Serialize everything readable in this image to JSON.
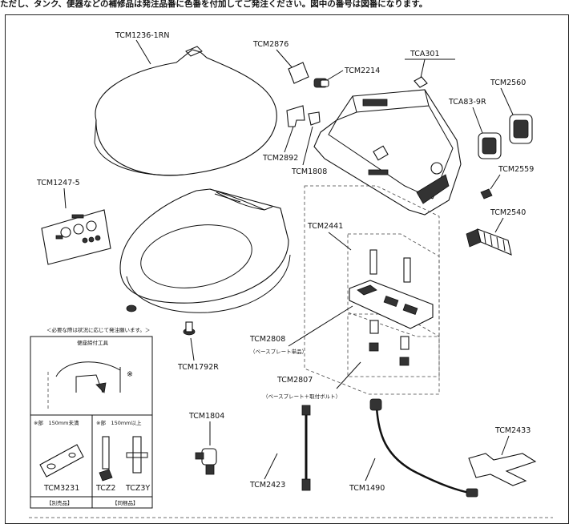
{
  "note": "ただし、タンク、便器などの補修品は発注品番に色番を付加してご発注ください。図中の番号は図番になります。",
  "labels": {
    "tcm1236": "TCM1236-1RN",
    "tcm2876": "TCM2876",
    "tcm2214": "TCM2214",
    "tca301": "TCA301",
    "tcm2560": "TCM2560",
    "tca83": "TCA83-9R",
    "tcm2892": "TCM2892",
    "tcm1808": "TCM1808",
    "tcm2559": "TCM2559",
    "tcm1247": "TCM1247-5",
    "tcm2540": "TCM2540",
    "tcm2441": "TCM2441",
    "tcm2808": "TCM2808",
    "tcm2808_sub": "（ベースプレート単品）",
    "tcm1792": "TCM1792R",
    "tcm2807": "TCM2807",
    "tcm2807_sub": "（ベースプレート＋取付ボルト）",
    "tcm1804": "TCM1804",
    "tcm2423": "TCM2423",
    "tcm1490": "TCM1490",
    "tcm2433": "TCM2433"
  },
  "inset": {
    "caption": "＜必要な際は状況に応じて発注願います。＞",
    "tool_label": "便座締付工具",
    "mark": "※",
    "col1_head": "※部　150mm未満",
    "col2_head": "※部　150mm以上",
    "part1": "TCM3231",
    "part2": "TCZ2",
    "part3": "TCZ3Y",
    "foot1": "【別売品】",
    "foot2": "【同梱品】"
  }
}
